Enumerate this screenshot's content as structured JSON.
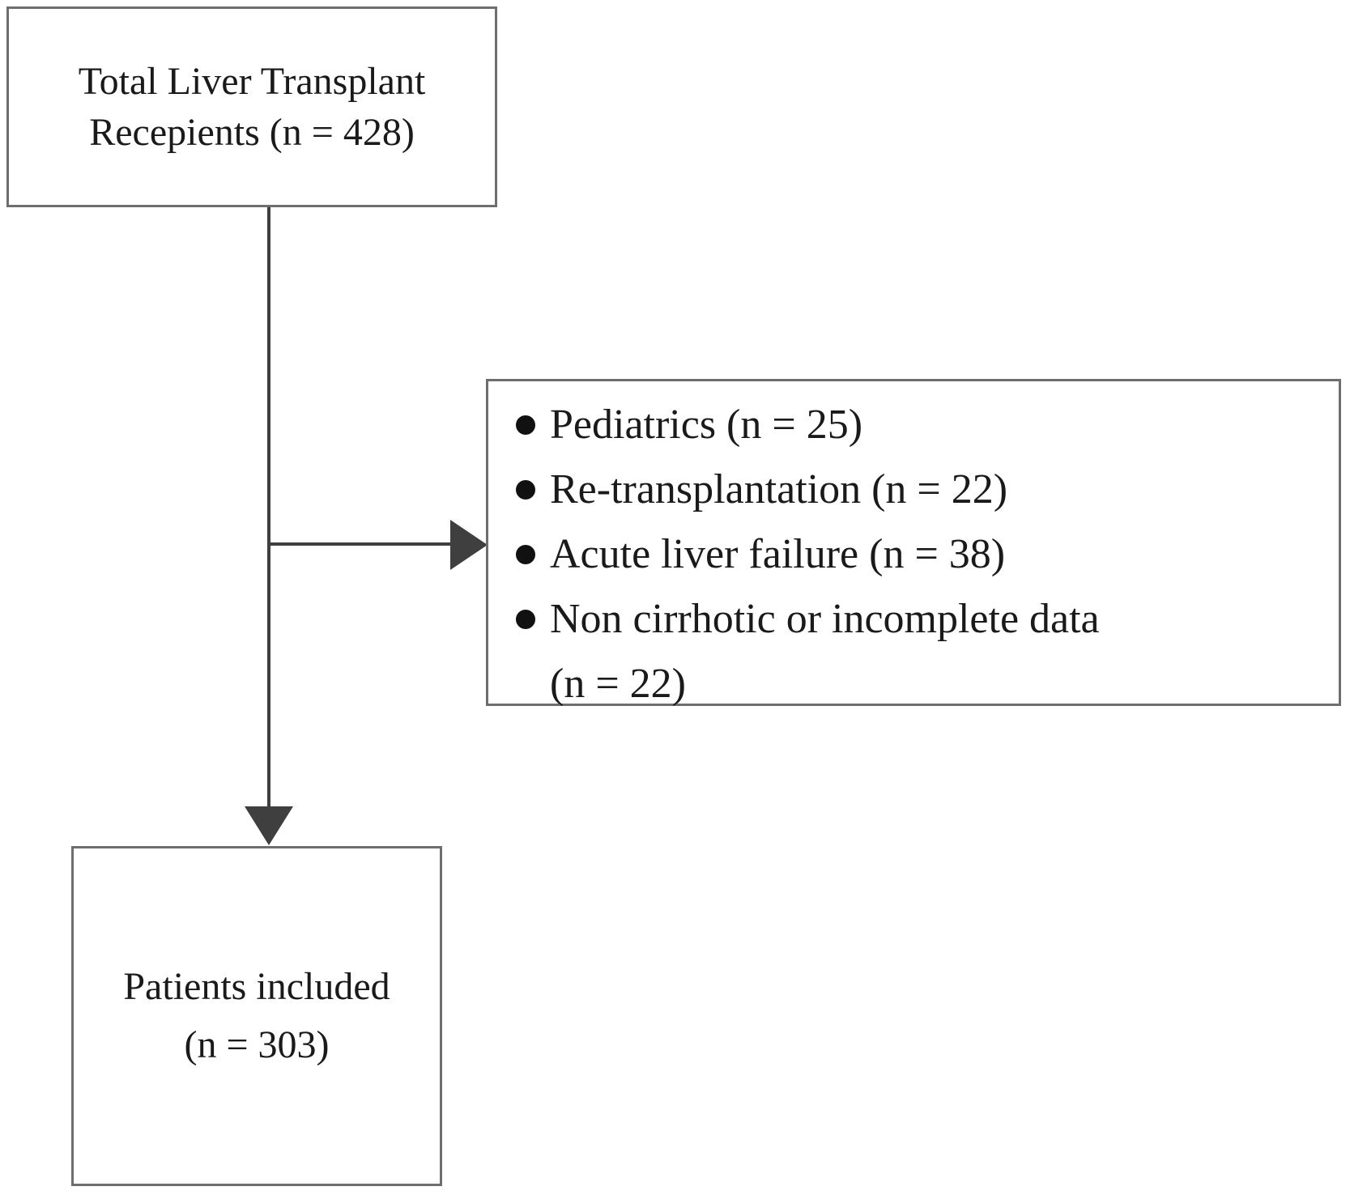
{
  "colors": {
    "background": "#ffffff",
    "border": "#6e6e6e",
    "line": "#3f3f3f",
    "bullet": "#111111",
    "text": "#1a1a1a"
  },
  "diagram": {
    "total_box": {
      "lines": [
        "Total Liver Transplant",
        "Recepients (n = 428)"
      ]
    },
    "exclusions_box": {
      "items": [
        {
          "lines": [
            "Pediatrics (n = 25)"
          ]
        },
        {
          "lines": [
            "Re-transplantation (n = 22)"
          ]
        },
        {
          "lines": [
            "Acute liver failure (n = 38)"
          ]
        },
        {
          "lines": [
            "Non cirrhotic or incomplete data",
            "(n = 22)"
          ]
        }
      ]
    },
    "included_box": {
      "lines": [
        "Patients included",
        "(n = 303)"
      ]
    }
  }
}
